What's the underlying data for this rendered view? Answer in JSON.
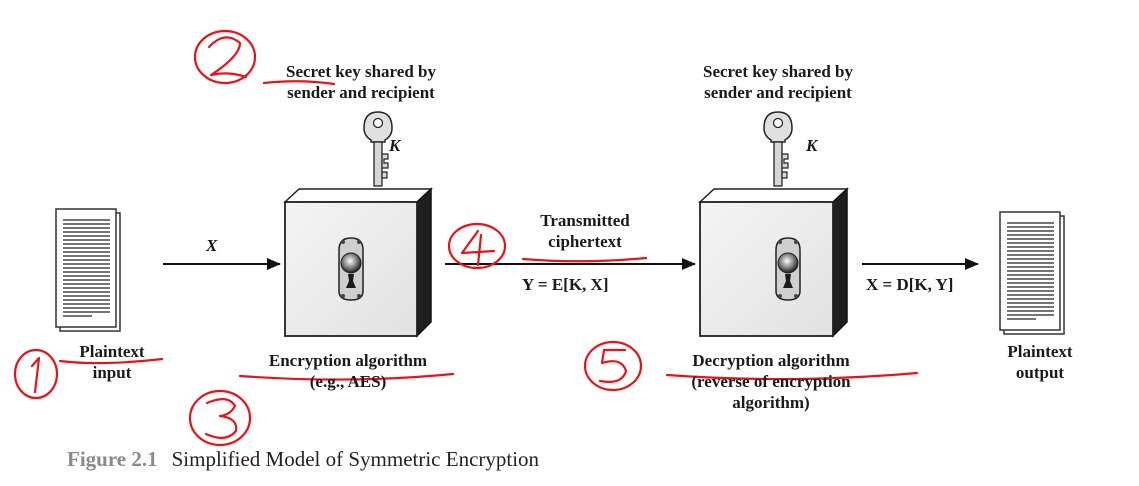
{
  "colors": {
    "annotation": "#e8131a",
    "arrow": "#111111",
    "box_face": "#ececec",
    "caption_label": "#8a8a8a"
  },
  "labels": {
    "plaintext_input": [
      "Plaintext",
      "input"
    ],
    "secret_key_left": [
      "Secret key shared by",
      "sender and recipient"
    ],
    "secret_key_right": [
      "Secret key shared by",
      "sender and recipient"
    ],
    "k_left": "K",
    "k_right": "K",
    "x_input": "X",
    "encryption_algorithm": [
      "Encryption algorithm",
      "(e.g., AES)"
    ],
    "transmitted": [
      "Transmitted",
      "ciphertext"
    ],
    "y_expr": "Y = E[K, X]",
    "decryption_algorithm": [
      "Decryption algorithm",
      "(reverse of encryption",
      "algorithm)"
    ],
    "x_output_expr": "X = D[K, Y]",
    "plaintext_output": [
      "Plaintext",
      "output"
    ]
  },
  "annotations": [
    "1",
    "2",
    "3",
    "4",
    "5"
  ],
  "caption": {
    "figure": "Figure 2.1",
    "title": "Simplified Model of Symmetric Encryption"
  }
}
